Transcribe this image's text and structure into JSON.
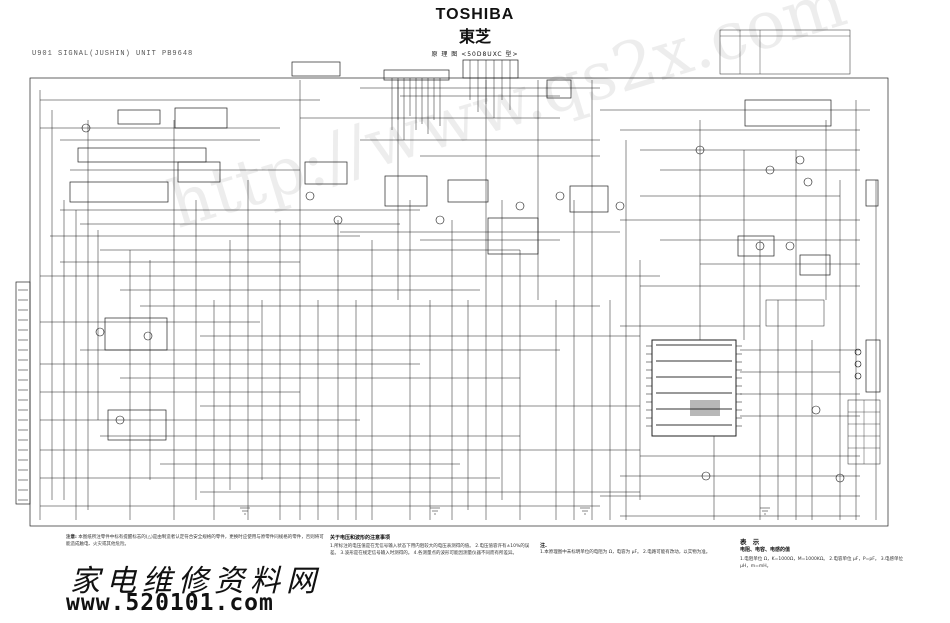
{
  "header": {
    "brand": "TOSHIBA",
    "brand_cn": "東芝",
    "subtitle": "原 理 图 <50D8UXC 型>",
    "unit_title": "U901 SIGNAL(JUSHIN) UNIT PB9648"
  },
  "notes": {
    "note_a_lead": "注意:",
    "note_a_body": "本图纸所注零件中标有提醒标志的(△)是由制造者认定符合安全规格的零件，更换时应使用与原零件同规格的零件，否则将可能造成触电、火灾或其他危险。",
    "note_b_title": "关于电压和波形的注意事项",
    "note_b_body": "1.所标注的电压值是在无信号输入状态下用内阻较大的电压表测得的值。 2.电压值容许有±10%的误差。 3.波形是在规定信号输入时测得的。 4.各测量点的波形可能因测量仪器不同而有所差异。",
    "note_c_title": "注.",
    "note_c_body": "1.本原理图中未标明单位的电阻为 Ω，电容为 μF。 2.电路可能有改动，以实物为准。",
    "note_d_title": "表 示",
    "note_d_sub": "电阻、电容、电感的值",
    "note_d_body": "1.电阻单位 Ω，K=1000Ω，M=1000KΩ。 2.电容单位 μF，P=pF。 3.电感单位 μH，m=mH。"
  },
  "watermark": {
    "site_cn": "家电维修资料网",
    "site_url": "www.520101.com",
    "diagonal": "http://www.qs2x.com"
  }
}
